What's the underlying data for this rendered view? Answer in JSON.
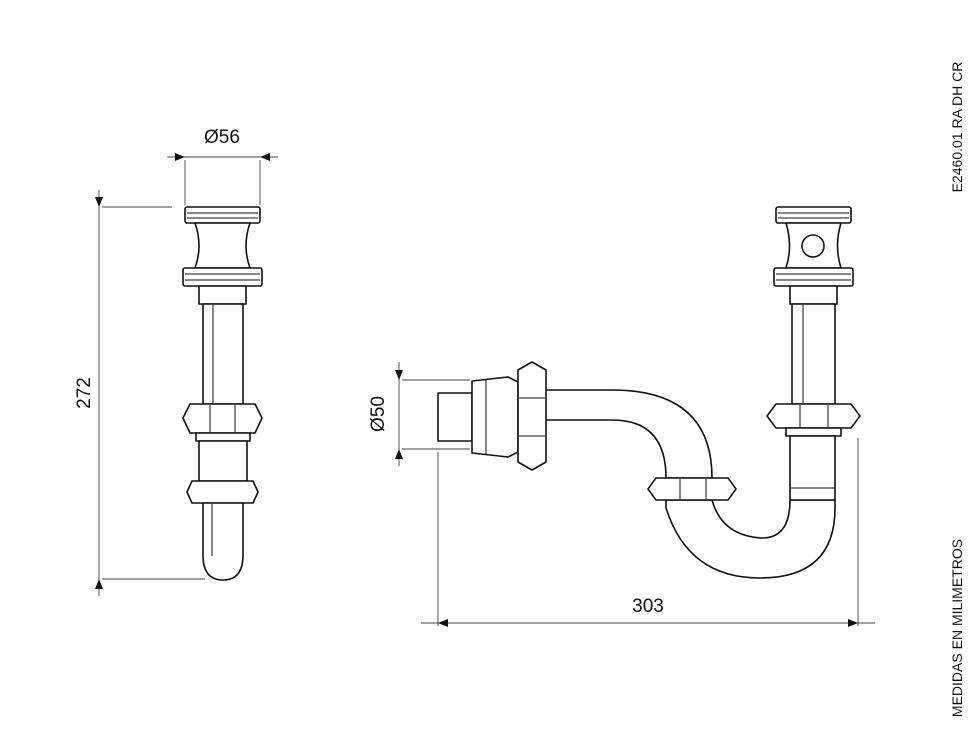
{
  "dimensions": {
    "top_diameter": "Ø56",
    "outlet_diameter": "Ø50",
    "total_height": "272",
    "total_width": "303"
  },
  "product_code": "E2460.01 RA DH CR",
  "units_note": "MEDIDAS EN MILIMETROS"
}
